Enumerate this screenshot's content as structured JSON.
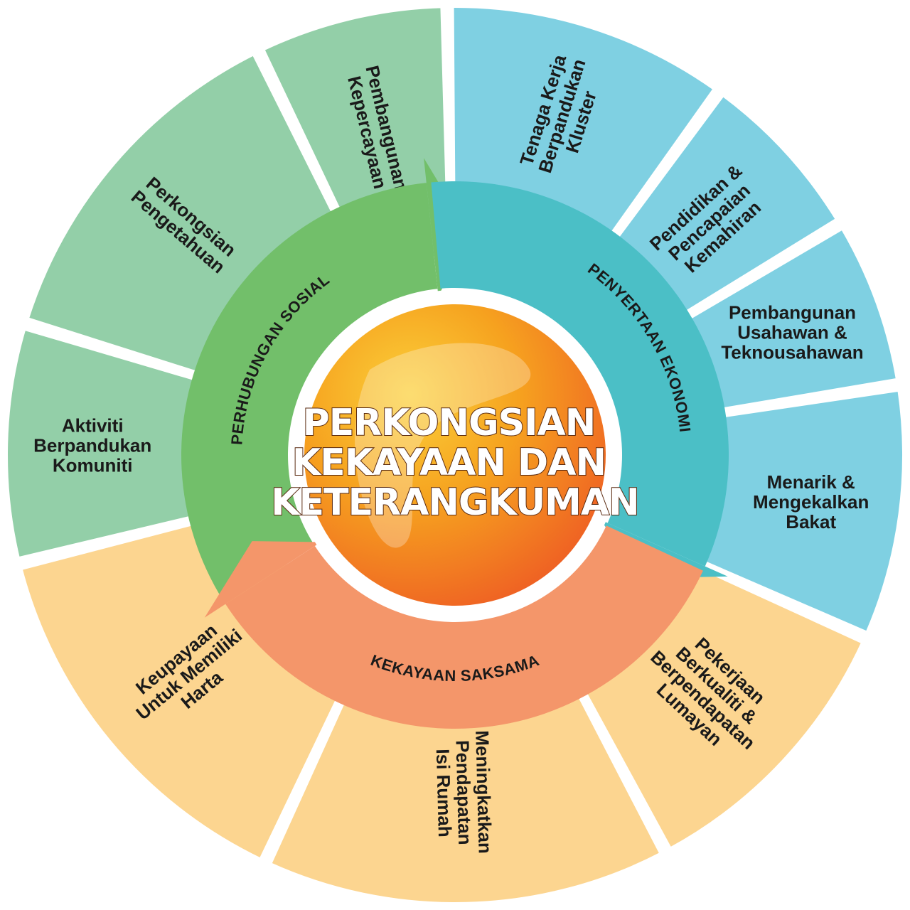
{
  "center": {
    "title_lines": [
      "PERKONGSIAN",
      "KEKAYAAN DAN",
      "KETERANGKUMAN"
    ]
  },
  "rings": [
    {
      "id": "sosial",
      "label": "PERHUBUNGAN SOSIAL",
      "color": "#72bf6a"
    },
    {
      "id": "ekonomi",
      "label": "PENYERTAAN EKONOMI",
      "color": "#4bbfc6"
    },
    {
      "id": "saksama",
      "label": "KEKAYAAN SAKSAMA",
      "color": "#f4966a"
    }
  ],
  "segments": [
    {
      "lines": [
        "Tenaga Kerja",
        "Berpandukan",
        "Kluster"
      ],
      "color": "#7fd0e2"
    },
    {
      "lines": [
        "Pendidikan &",
        "Pencapaian",
        "Kemahiran"
      ],
      "color": "#7fd0e2"
    },
    {
      "lines": [
        "Pembangunan",
        "Usahawan &",
        "Teknousahawan"
      ],
      "color": "#7fd0e2"
    },
    {
      "lines": [
        "Menarik &",
        "Mengekalkan",
        "Bakat"
      ],
      "color": "#7fd0e2"
    },
    {
      "lines": [
        "Pekerjaan",
        "Berkualiti &",
        "Berpendapatan",
        "Lumayan"
      ],
      "color": "#fcd590"
    },
    {
      "lines": [
        "Meningkatkan",
        "Pendapatan",
        "Isi Rumah"
      ],
      "color": "#fcd590"
    },
    {
      "lines": [
        "Keupayaan",
        "Untuk Memiliki",
        "Harta"
      ],
      "color": "#fcd590"
    },
    {
      "lines": [
        "Aktiviti",
        "Berpandukan",
        "Komuniti"
      ],
      "color": "#93cfa8"
    },
    {
      "lines": [
        "Perkongsian",
        "Pengetahuan"
      ],
      "color": "#93cfa8"
    },
    {
      "lines": [
        "Pembangunan",
        "Kepercayaan"
      ],
      "color": "#93cfa8"
    }
  ]
}
